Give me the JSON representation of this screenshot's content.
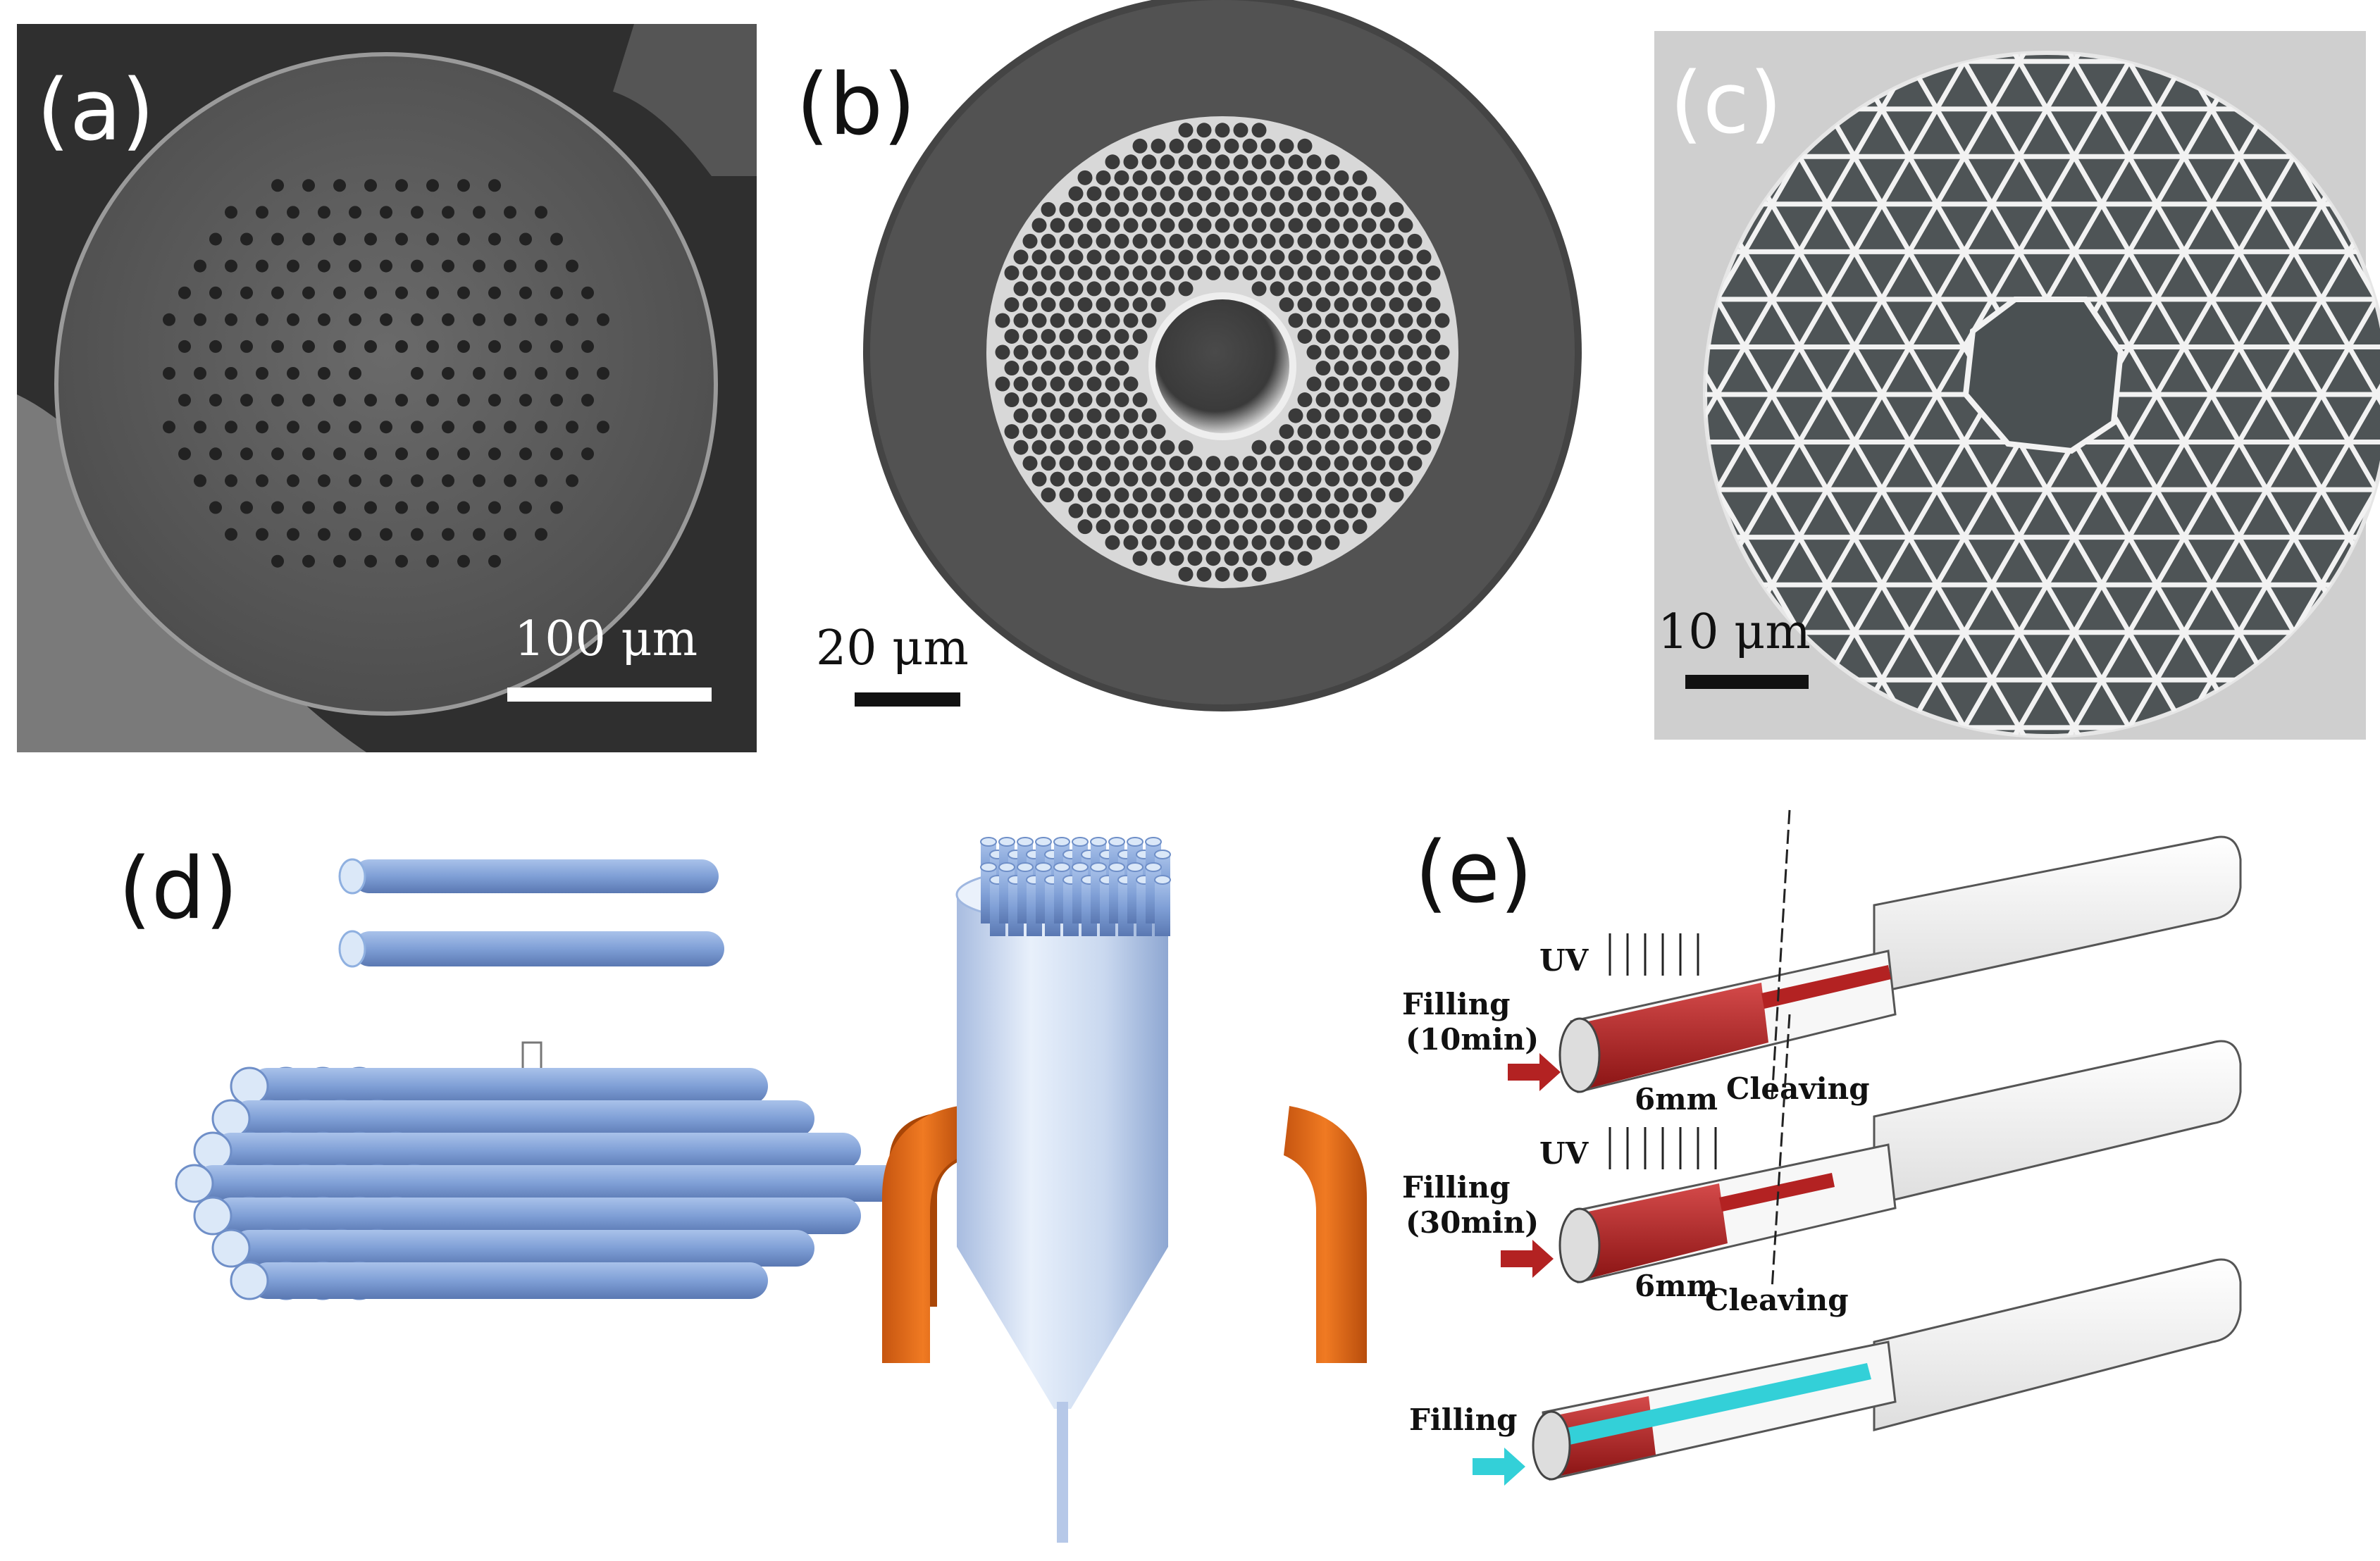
{
  "panels": {
    "a": {
      "label": "(a)",
      "scale_bar": "100 μm"
    },
    "b": {
      "label": "(b)",
      "scale_bar": "20 μm"
    },
    "c": {
      "label": "(c)",
      "scale_bar": "10 μm"
    },
    "d": {
      "label": "(d)"
    },
    "e": {
      "label": "(e)",
      "steps": [
        {
          "uv_label": "UV",
          "filling_label_line1": "Filling",
          "filling_label_line2": "(10min)",
          "length_label": "6mm",
          "cleave_label": "Cleaving"
        },
        {
          "uv_label": "UV",
          "filling_label_line1": "Filling",
          "filling_label_line2": "(30min)",
          "length_label": "6mm",
          "cleave_label": "Cleaving"
        },
        {
          "filling_label_line1": "Filling"
        }
      ]
    }
  },
  "colors": {
    "sem_background": "#3a3a3a",
    "sem_fiber": "#5d5d5d",
    "capillary_blue": "#7f9fd6",
    "capillary_end": "#dbe8f8",
    "furnace_orange": "#e06a14",
    "resin_red": "#b32222",
    "filling_cyan": "#33d0d8",
    "jacket_white": "#f4f4f4"
  },
  "icons": [
    "down-arrow-icon",
    "uv-arrow-icon",
    "filling-arrow-icon"
  ]
}
